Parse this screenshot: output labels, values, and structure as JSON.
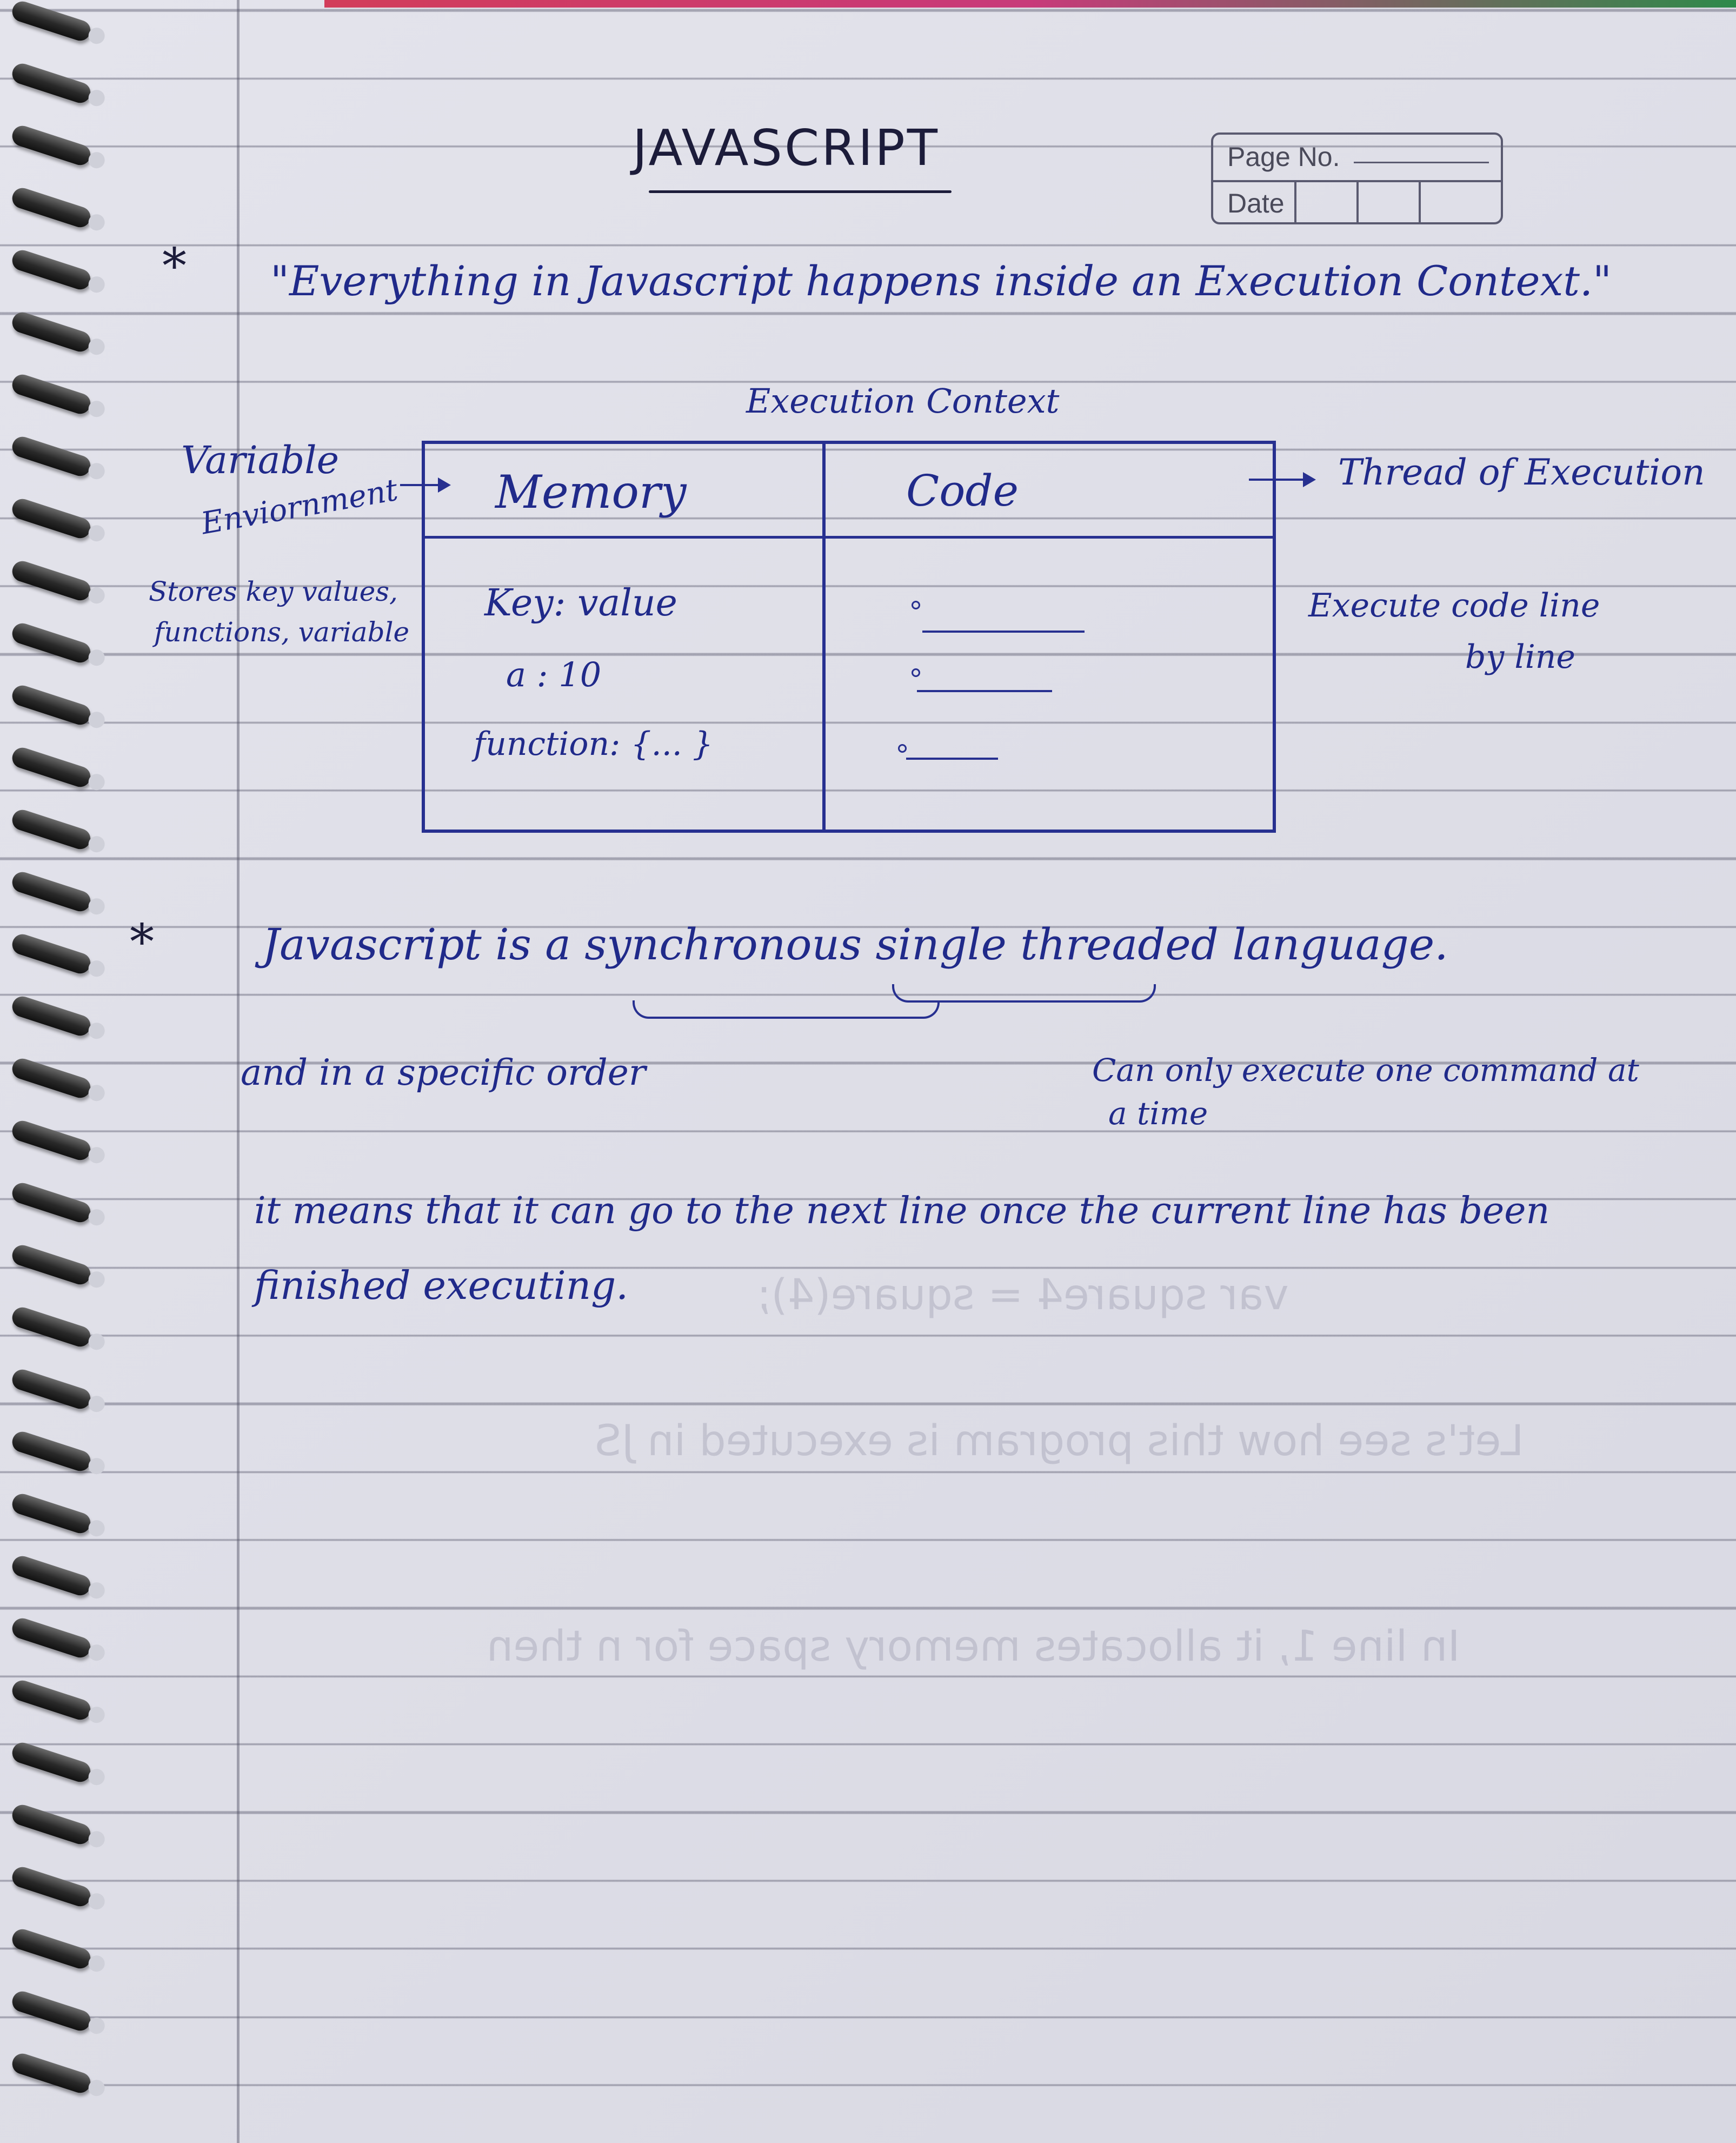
{
  "header": {
    "title": "JAVASCRIPT",
    "page_no_label": "Page No.",
    "date_label": "Date"
  },
  "notes": {
    "bullet_1": {
      "marker": "*",
      "text": "\"Everything in Javascript happens inside an Execution Context.\""
    },
    "diagram": {
      "caption": "Execution Context",
      "memory_header": "Memory",
      "code_header": "Code",
      "memory_rows": [
        "Key: value",
        "a : 10",
        "function: {... }"
      ],
      "left_label_1": "Variable",
      "left_label_2": "Enviornment",
      "left_note_1": "Stores key values,",
      "left_note_2": "functions, variable",
      "right_label": "Thread of Execution",
      "right_note_1": "Execute code line",
      "right_note_2": "by line"
    },
    "bullet_2": {
      "marker": "*",
      "text": "Javascript is a synchronous single threaded language.",
      "sync_note": "and in a specific order",
      "single_note_1": "Can only execute one command at",
      "single_note_2": "a time"
    },
    "paragraph_1": "it means that it can go to the next line once the current line has been",
    "paragraph_2": "finished executing."
  },
  "colors": {
    "ink": "#202a8a",
    "paper": "#e0e0e8",
    "rule_line": "#5a5a6e"
  }
}
